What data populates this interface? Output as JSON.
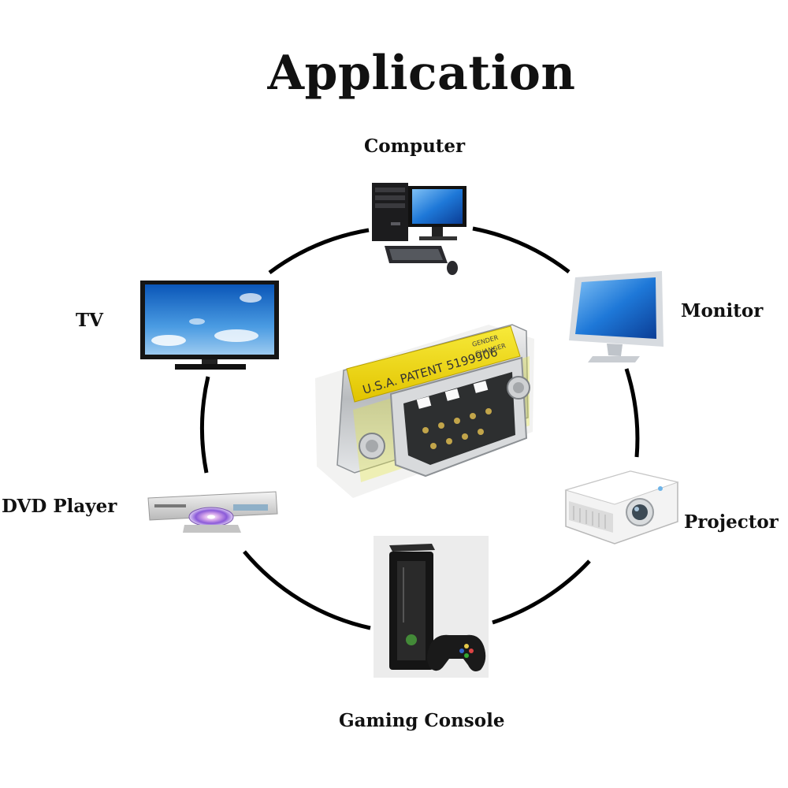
{
  "title": "Application",
  "center_adapter": {
    "label_line1": "U.S.A. PATENT 5199906",
    "label_line2a": "GENDER",
    "label_line2b": "CHANGER"
  },
  "devices": {
    "computer": "Computer",
    "monitor": "Monitor",
    "projector": "Projector",
    "gaming_console": "Gaming Console",
    "dvd_player": "DVD Player",
    "tv": "TV"
  }
}
